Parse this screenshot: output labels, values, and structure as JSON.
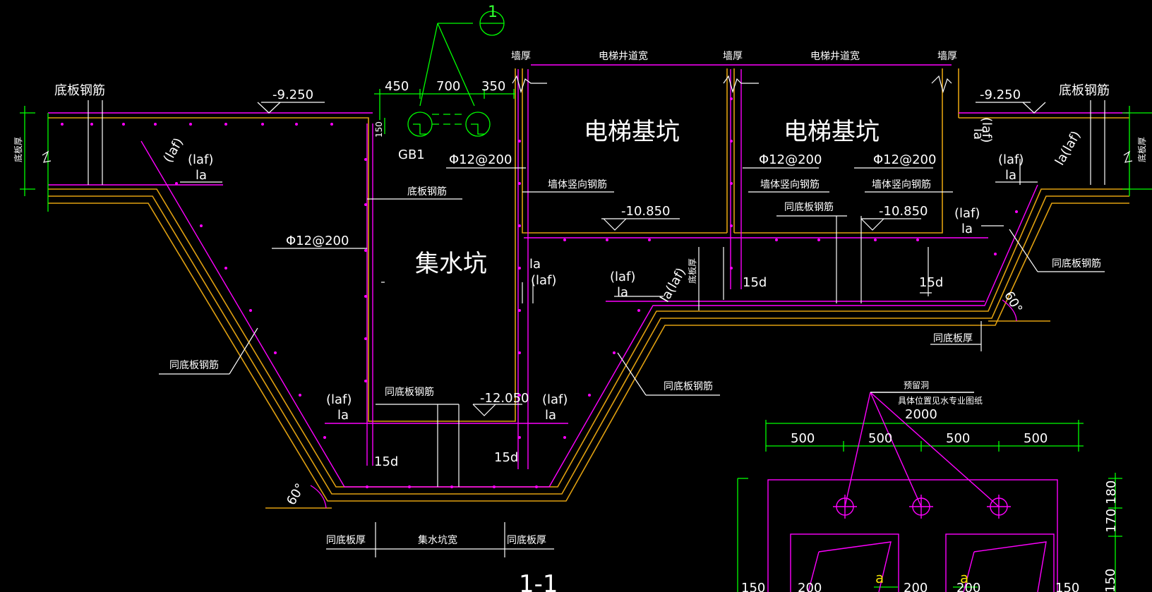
{
  "colors": {
    "background": "#000000",
    "concrete": "#e0a010",
    "rebar": "#ff00ff",
    "dimension": "#00ff00",
    "text": "#ffffff",
    "annotation_yellow": "#f0e000"
  },
  "section": {
    "marker": "1",
    "title": "1-1"
  },
  "rooms": {
    "elevator_pit_1": "电梯基坑",
    "elevator_pit_2": "电梯基坑",
    "sump": "集水坑"
  },
  "elevations": {
    "top_left": "-9.250",
    "top_right": "-9.250",
    "pit_1": "-10.850",
    "pit_2": "-10.850",
    "sump": "-12.050"
  },
  "top_labels": {
    "wall_thick_1": "墙厚",
    "shaft_width_1": "电梯井道宽",
    "wall_thick_2": "墙厚",
    "shaft_width_2": "电梯井道宽",
    "wall_thick_3": "墙厚"
  },
  "pipe_dims": {
    "d1": "450",
    "d2": "700",
    "d3": "350",
    "d4": "150",
    "pipe_tag": "GB1"
  },
  "rebar_labels": {
    "slab_bar_left": "底板钢筋",
    "slab_bar_right": "底板钢筋",
    "slab_bar_sump": "底板钢筋",
    "bar_phi_1": "Φ12@200",
    "bar_phi_2": "Φ12@200",
    "bar_phi_3": "Φ12@200",
    "bar_phi_4": "Φ12@200",
    "wall_vert_1": "墙体竖向钢筋",
    "wall_vert_2": "墙体竖向钢筋",
    "wall_vert_3": "墙体竖向钢筋",
    "same_slab_1": "同底板钢筋",
    "same_slab_2": "同底板钢筋",
    "same_slab_3": "同底板钢筋",
    "same_slab_4": "同底板钢筋",
    "same_slab_5": "同底板钢筋"
  },
  "anchorage": {
    "laf": "(laf)",
    "la": "la",
    "la_laf": "la(laf)",
    "fifteen_d": "15d"
  },
  "thickness_labels": {
    "slab_thick_left": "底板厚",
    "slab_thick_right": "底板厚",
    "slab_thick_mid": "底板厚",
    "same_slab_thick": "同底板厚",
    "same_slab_thick_b1": "同底板厚",
    "same_slab_thick_b2": "同底板厚",
    "sump_width": "集水坑宽"
  },
  "angles": {
    "left": "60°",
    "right": "60°"
  },
  "opening_detail": {
    "note_title": "预留洞",
    "note_body": "具体位置见水专业图纸",
    "total": "2000",
    "spans": [
      "500",
      "500",
      "500",
      "500"
    ],
    "right_dims": [
      "180",
      "170",
      "150"
    ],
    "bottom_dims": [
      "150",
      "200",
      "200",
      "200",
      "150"
    ],
    "mark_a": "a"
  }
}
